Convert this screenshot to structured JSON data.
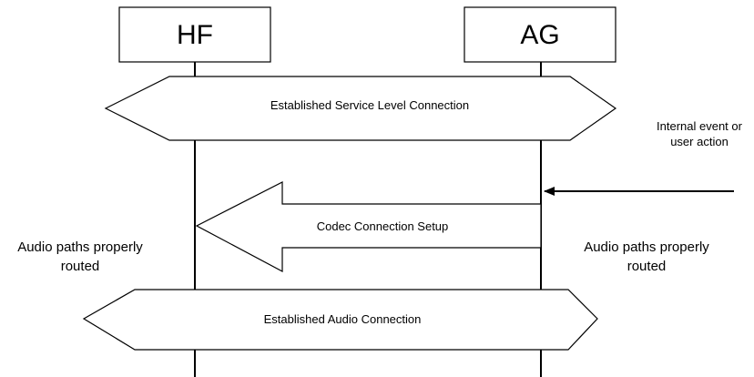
{
  "entities": {
    "hf": "HF",
    "ag": "AG"
  },
  "phases": {
    "service_level": "Established Service Level Connection",
    "codec_setup": "Codec Connection Setup",
    "audio_connection": "Established Audio Connection"
  },
  "notes": {
    "trigger_line1": "Internal event or",
    "trigger_line2": "user action",
    "hf_audio_line1": "Audio paths properly",
    "hf_audio_line2": "routed",
    "ag_audio_line1": "Audio paths properly",
    "ag_audio_line2": "routed"
  }
}
